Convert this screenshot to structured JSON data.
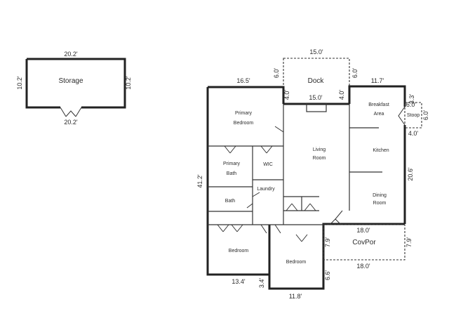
{
  "storage": {
    "label": "Storage",
    "dim_top": "20.2'",
    "dim_bottom": "20.2'",
    "dim_left": "10.2'",
    "dim_right": "10.2'"
  },
  "dock": {
    "label": "Dock",
    "dim_top": "15.0'",
    "dim_inner": "15.0'",
    "dim_left_outer": "6.0'",
    "dim_left_inner": "4.0'",
    "dim_right_outer": "6.0'",
    "dim_right_inner": "4.0'"
  },
  "house": {
    "dim_top_left": "16.5'",
    "dim_top_right": "11.7'",
    "dim_left": "41.2'",
    "dim_right": "20.6'",
    "dim_bottom_left": "13.4'",
    "dim_bottom_small": "3.4'",
    "dim_bottom_mid": "11.8'",
    "dim_bedroom_right": "6.6'"
  },
  "stoop": {
    "label": "Stoop",
    "dim_top": "3.3'",
    "dim_width": "6.0'",
    "dim_right": "6.0'",
    "dim_bottom": "4.0'"
  },
  "covpor": {
    "label": "CovPor",
    "dim_top": "18.0'",
    "dim_bottom": "18.0'",
    "dim_left": "7.9'",
    "dim_right": "7.9'"
  },
  "rooms": {
    "primary_bedroom_1": "Primary",
    "primary_bedroom_2": "Bedroom",
    "primary_bath_1": "Primary",
    "primary_bath_2": "Bath",
    "wic": "WIC",
    "laundry": "Laundry",
    "bath": "Bath",
    "living_1": "Living",
    "living_2": "Room",
    "breakfast_1": "Breakfast",
    "breakfast_2": "Area",
    "kitchen": "Kitchen",
    "dining_1": "Dining",
    "dining_2": "Room",
    "bedroom_1": "Bedroom",
    "bedroom_2": "Bedroom"
  }
}
